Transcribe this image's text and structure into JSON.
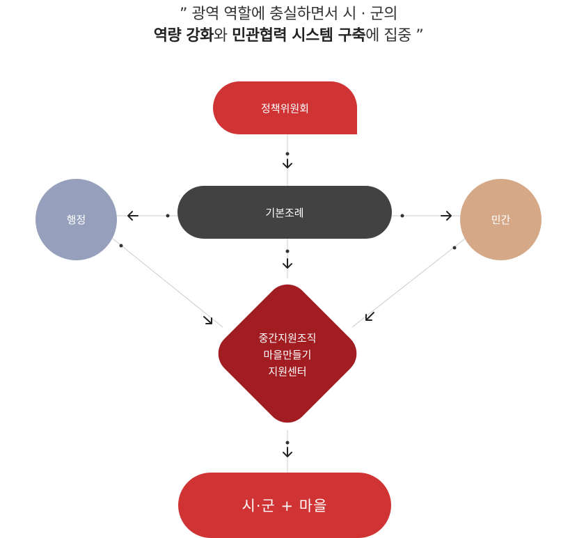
{
  "headline": {
    "line1": "” 광역 역할에 충실하면서 시 · 군의",
    "line2_bold1": "역량 강화",
    "line2_mid": "와 ",
    "line2_bold2": "민관협력 시스템 구축",
    "line2_end": "에 집중 ”"
  },
  "nodes": {
    "policy": "정책위원회",
    "ordinance": "기본조례",
    "admin": "행정",
    "private": "민간",
    "center": [
      "중간지원조직",
      "마을만들기",
      "지원센터"
    ],
    "city": "시·군 + 마을"
  },
  "colors": {
    "red": "#cf3334",
    "dark": "#424242",
    "admin": "#969fbb",
    "private": "#d5a987",
    "diamond": "#a11d21"
  }
}
